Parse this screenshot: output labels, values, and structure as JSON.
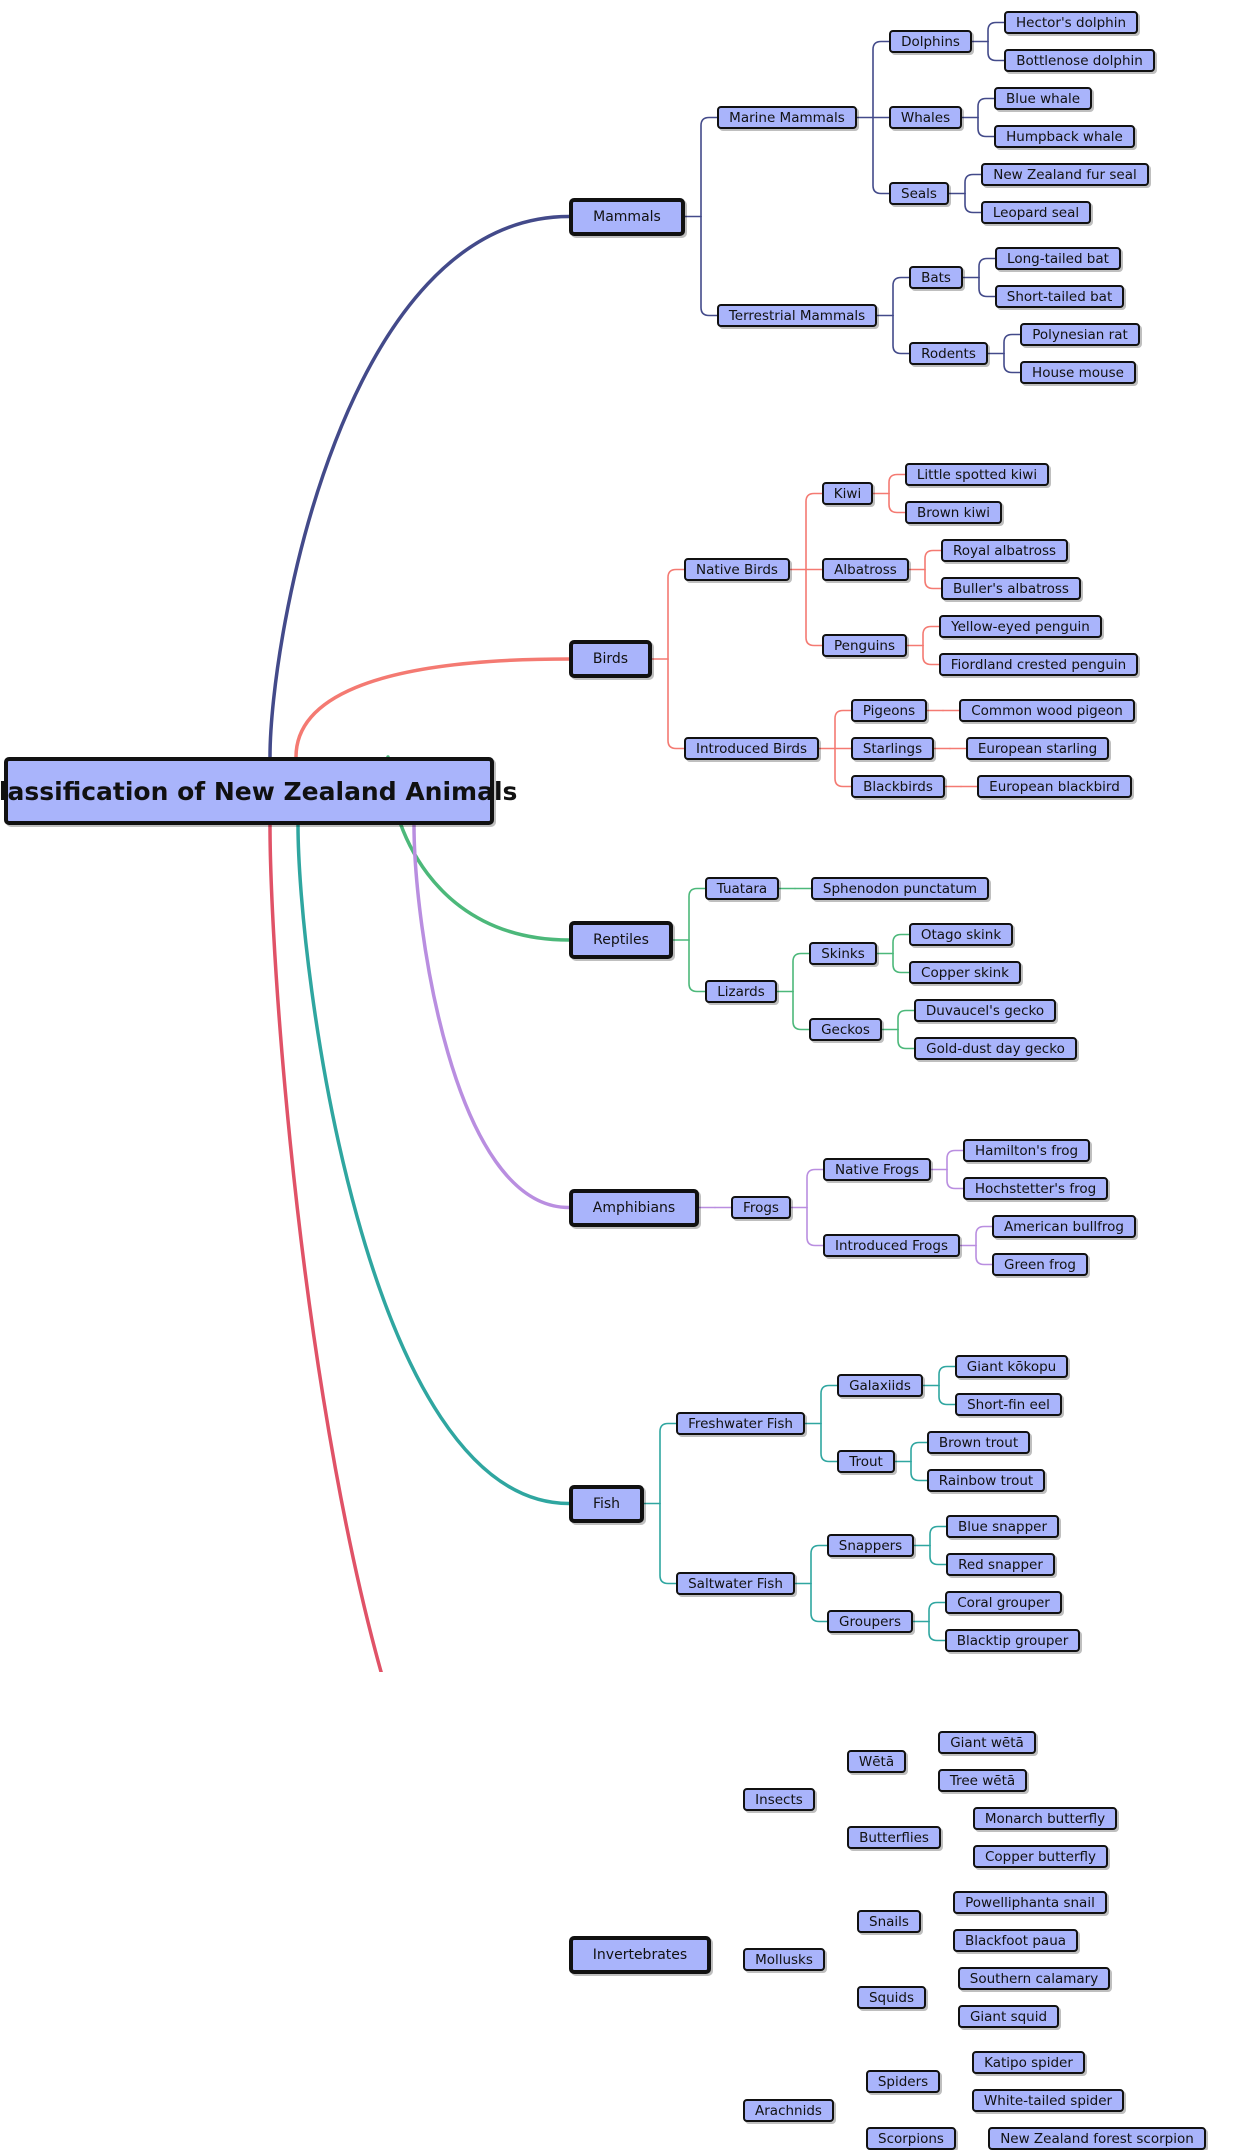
{
  "mindmap": {
    "root": {
      "label": "Classification of New Zealand Animals",
      "children": [
        {
          "label": "Mammals",
          "color": "#434a8a",
          "children": [
            {
              "label": "Marine Mammals",
              "children": [
                {
                  "label": "Dolphins",
                  "children": [
                    {
                      "label": "Hector's dolphin"
                    },
                    {
                      "label": "Bottlenose dolphin"
                    }
                  ]
                },
                {
                  "label": "Whales",
                  "children": [
                    {
                      "label": "Blue whale"
                    },
                    {
                      "label": "Humpback whale"
                    }
                  ]
                },
                {
                  "label": "Seals",
                  "children": [
                    {
                      "label": "New Zealand fur seal"
                    },
                    {
                      "label": "Leopard seal"
                    }
                  ]
                }
              ]
            },
            {
              "label": "Terrestrial Mammals",
              "children": [
                {
                  "label": "Bats",
                  "children": [
                    {
                      "label": "Long-tailed bat"
                    },
                    {
                      "label": "Short-tailed bat"
                    }
                  ]
                },
                {
                  "label": "Rodents",
                  "children": [
                    {
                      "label": "Polynesian rat"
                    },
                    {
                      "label": "House mouse"
                    }
                  ]
                }
              ]
            }
          ]
        },
        {
          "label": "Birds",
          "color": "#f47a72",
          "children": [
            {
              "label": "Native Birds",
              "children": [
                {
                  "label": "Kiwi",
                  "children": [
                    {
                      "label": "Little spotted kiwi"
                    },
                    {
                      "label": "Brown kiwi"
                    }
                  ]
                },
                {
                  "label": "Albatross",
                  "children": [
                    {
                      "label": "Royal albatross"
                    },
                    {
                      "label": "Buller's albatross"
                    }
                  ]
                },
                {
                  "label": "Penguins",
                  "children": [
                    {
                      "label": "Yellow-eyed penguin"
                    },
                    {
                      "label": "Fiordland crested penguin"
                    }
                  ]
                }
              ]
            },
            {
              "label": "Introduced Birds",
              "children": [
                {
                  "label": "Pigeons",
                  "children": [
                    {
                      "label": "Common wood pigeon"
                    }
                  ]
                },
                {
                  "label": "Starlings",
                  "children": [
                    {
                      "label": "European starling"
                    }
                  ]
                },
                {
                  "label": "Blackbirds",
                  "children": [
                    {
                      "label": "European blackbird"
                    }
                  ]
                }
              ]
            }
          ]
        },
        {
          "label": "Reptiles",
          "color": "#4cb87a",
          "children": [
            {
              "label": "Tuatara",
              "children": [
                {
                  "label": "Sphenodon punctatum"
                }
              ]
            },
            {
              "label": "Lizards",
              "children": [
                {
                  "label": "Skinks",
                  "children": [
                    {
                      "label": "Otago skink"
                    },
                    {
                      "label": "Copper skink"
                    }
                  ]
                },
                {
                  "label": "Geckos",
                  "children": [
                    {
                      "label": "Duvaucel's gecko"
                    },
                    {
                      "label": "Gold-dust day gecko"
                    }
                  ]
                }
              ]
            }
          ]
        },
        {
          "label": "Amphibians",
          "color": "#b98ee0",
          "children": [
            {
              "label": "Frogs",
              "children": [
                {
                  "label": "Native Frogs",
                  "children": [
                    {
                      "label": "Hamilton's frog"
                    },
                    {
                      "label": "Hochstetter's frog"
                    }
                  ]
                },
                {
                  "label": "Introduced Frogs",
                  "children": [
                    {
                      "label": "American bullfrog"
                    },
                    {
                      "label": "Green frog"
                    }
                  ]
                }
              ]
            }
          ]
        },
        {
          "label": "Fish",
          "color": "#2fa6a0",
          "children": [
            {
              "label": "Freshwater Fish",
              "children": [
                {
                  "label": "Galaxiids",
                  "children": [
                    {
                      "label": "Giant kōkopu"
                    },
                    {
                      "label": "Short-fin eel"
                    }
                  ]
                },
                {
                  "label": "Trout",
                  "children": [
                    {
                      "label": "Brown trout"
                    },
                    {
                      "label": "Rainbow trout"
                    }
                  ]
                }
              ]
            },
            {
              "label": "Saltwater Fish",
              "children": [
                {
                  "label": "Snappers",
                  "children": [
                    {
                      "label": "Blue snapper"
                    },
                    {
                      "label": "Red snapper"
                    }
                  ]
                },
                {
                  "label": "Groupers",
                  "children": [
                    {
                      "label": "Coral grouper"
                    },
                    {
                      "label": "Blacktip grouper"
                    }
                  ]
                }
              ]
            }
          ]
        },
        {
          "label": "Invertebrates",
          "color": "#e05267",
          "children": [
            {
              "label": "Insects",
              "children": [
                {
                  "label": "Wētā",
                  "children": [
                    {
                      "label": "Giant wētā"
                    },
                    {
                      "label": "Tree wētā"
                    }
                  ]
                },
                {
                  "label": "Butterflies",
                  "children": [
                    {
                      "label": "Monarch butterfly"
                    },
                    {
                      "label": "Copper butterfly"
                    }
                  ]
                }
              ]
            },
            {
              "label": "Mollusks",
              "children": [
                {
                  "label": "Snails",
                  "children": [
                    {
                      "label": "Powelliphanta snail"
                    },
                    {
                      "label": "Blackfoot paua"
                    }
                  ]
                },
                {
                  "label": "Squids",
                  "children": [
                    {
                      "label": "Southern calamary"
                    },
                    {
                      "label": "Giant squid"
                    }
                  ]
                }
              ]
            },
            {
              "label": "Arachnids",
              "children": [
                {
                  "label": "Spiders",
                  "children": [
                    {
                      "label": "Katipo spider"
                    },
                    {
                      "label": "White-tailed spider"
                    }
                  ]
                },
                {
                  "label": "Scorpions",
                  "children": [
                    {
                      "label": "New Zealand forest scorpion"
                    }
                  ]
                }
              ]
            }
          ]
        }
      ]
    }
  }
}
